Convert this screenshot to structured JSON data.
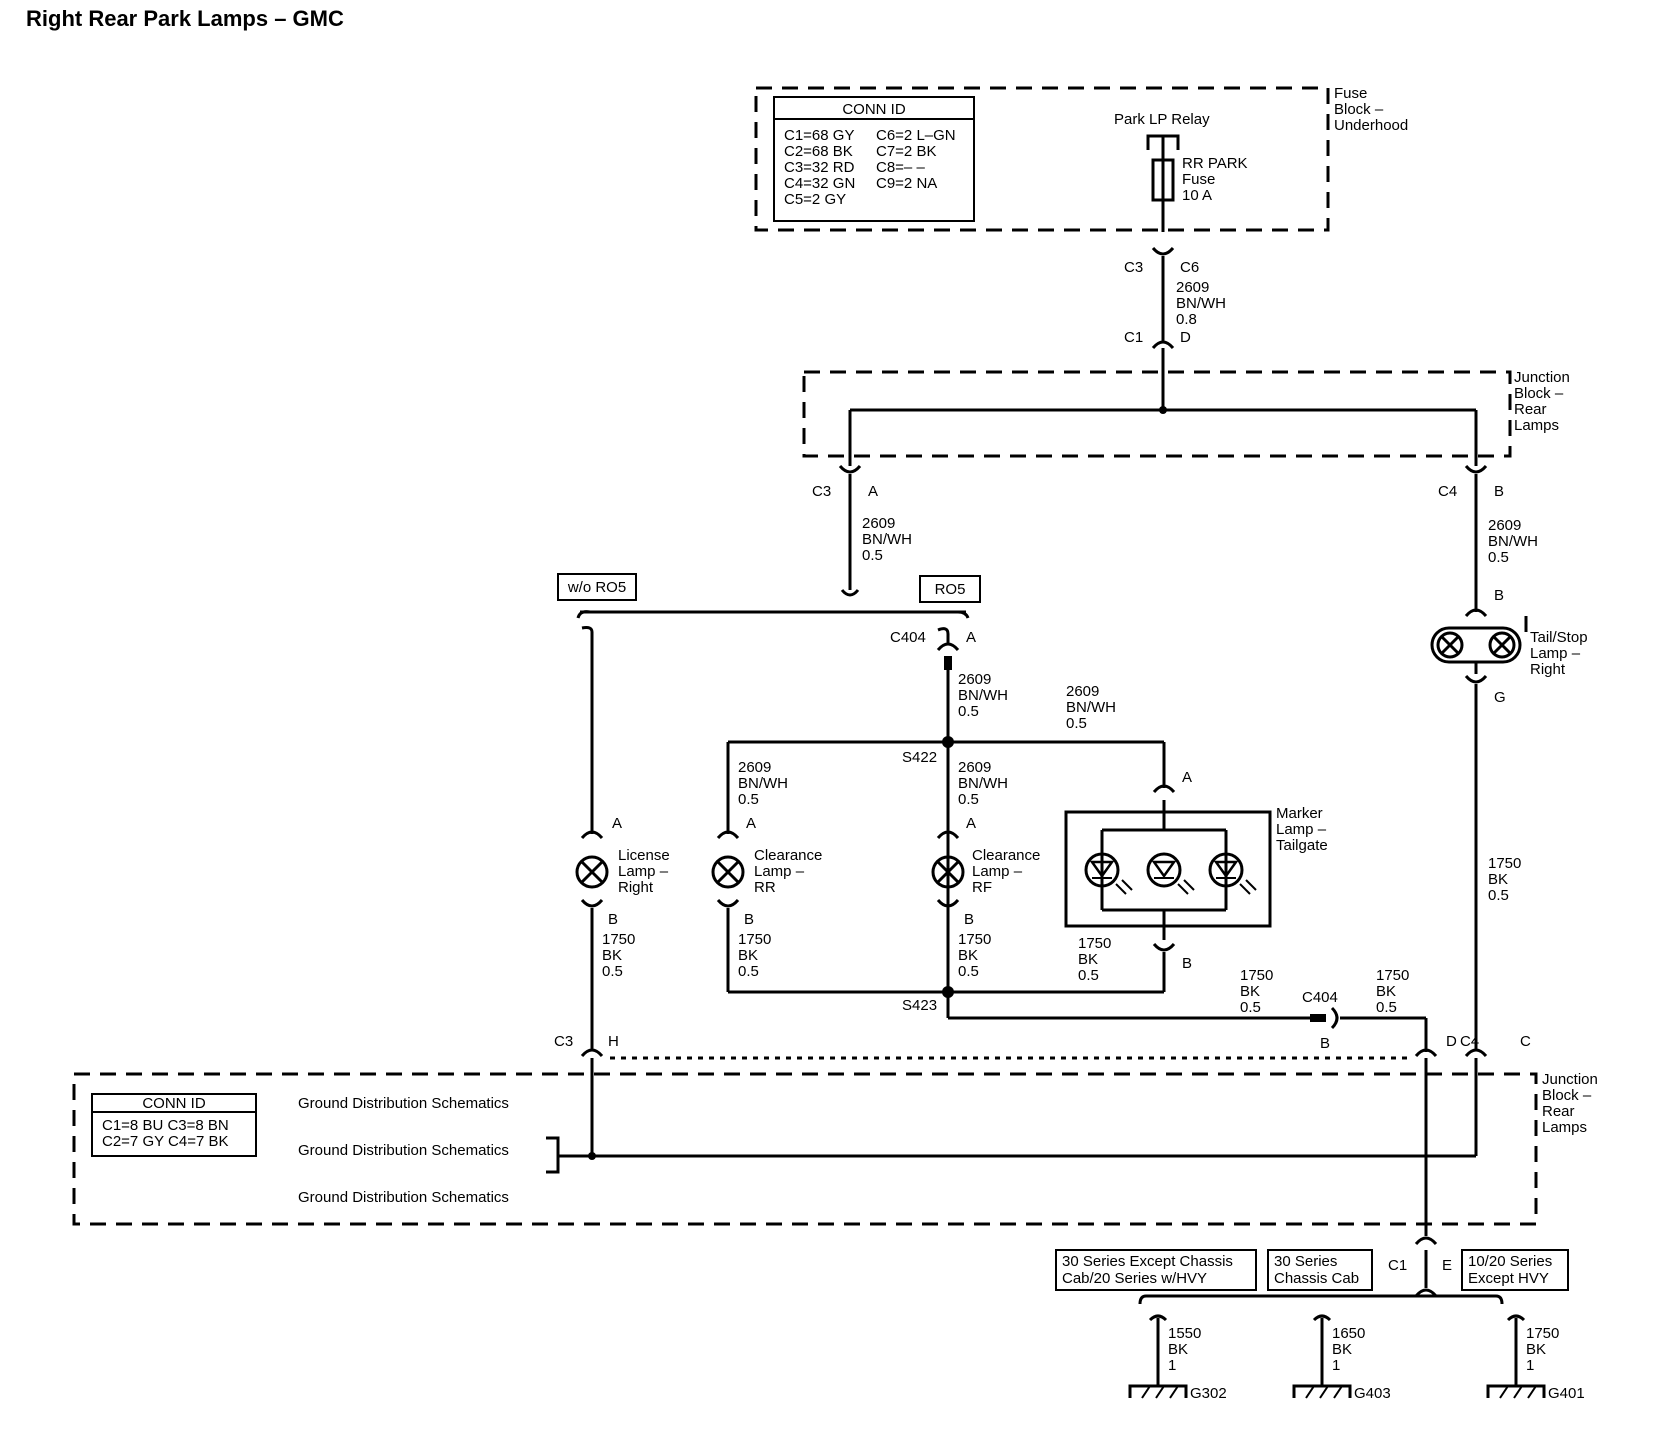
{
  "title": "Right Rear Park Lamps – GMC",
  "fuse_block": {
    "label": [
      "Fuse",
      "Block –",
      "Underhood"
    ],
    "conn_id_title": "CONN ID",
    "conn_id_col1": [
      "C1=68 GY",
      "C2=68 BK",
      "C3=32 RD",
      "C4=32 GN",
      "C5=2 GY"
    ],
    "conn_id_col2": [
      "C6=2 L–GN",
      "C7=2 BK",
      "C8=– –",
      "C9=2 NA"
    ],
    "relay": "Park LP Relay",
    "fuse": [
      "RR PARK",
      "Fuse",
      "10 A"
    ]
  },
  "wire_top": {
    "conn_top": [
      "C3",
      "C6"
    ],
    "wire": [
      "2609",
      "BN/WH",
      "0.8"
    ],
    "conn_bottom": [
      "C1",
      "D"
    ]
  },
  "junction_rear_top": {
    "label": [
      "Junction",
      "Block –",
      "Rear",
      "Lamps"
    ],
    "left_conn": [
      "C3",
      "A"
    ],
    "right_conn": [
      "C4",
      "B"
    ],
    "left_wire": [
      "2609",
      "BN/WH",
      "0.5"
    ],
    "right_wire": [
      "2609",
      "BN/WH",
      "0.5"
    ]
  },
  "options": {
    "without": "w/o RO5",
    "with": "RO5"
  },
  "c404_top": [
    "C404",
    "A"
  ],
  "s422": "S422",
  "s423": "S423",
  "wire_2609_center": [
    "2609",
    "BN/WH",
    "0.5"
  ],
  "wire_2609_marker": [
    "2609",
    "BN/WH",
    "0.5"
  ],
  "wire_2609_rr": [
    "2609",
    "BN/WH",
    "0.5"
  ],
  "wire_2609_rf": [
    "2609",
    "BN/WH",
    "0.5"
  ],
  "lamps": {
    "license": {
      "label": [
        "License",
        "Lamp –",
        "Right"
      ],
      "pin_top": "A",
      "pin_bottom": "B",
      "wire": [
        "1750",
        "BK",
        "0.5"
      ]
    },
    "clearance_rr": {
      "label": [
        "Clearance",
        "Lamp –",
        "RR"
      ],
      "pin_top": "A",
      "pin_bottom": "B",
      "wire": [
        "1750",
        "BK",
        "0.5"
      ]
    },
    "clearance_rf": {
      "label": [
        "Clearance",
        "Lamp –",
        "RF"
      ],
      "pin_top": "A",
      "pin_bottom": "B",
      "wire": [
        "1750",
        "BK",
        "0.5"
      ]
    },
    "marker": {
      "label": [
        "Marker",
        "Lamp –",
        "Tailgate"
      ],
      "pin_top": "A",
      "pin_bottom": "B",
      "wire": [
        "1750",
        "BK",
        "0.5"
      ]
    },
    "tail_stop": {
      "label": [
        "Tail/Stop",
        "Lamp –",
        "Right"
      ],
      "pin_top": "B",
      "pin_bottom": "G",
      "wire": [
        "1750",
        "BK",
        "0.5"
      ]
    }
  },
  "ground_run": {
    "wire_left": [
      "1750",
      "BK",
      "0.5"
    ],
    "c404": [
      "C404",
      "B"
    ],
    "wire_right": [
      "1750",
      "BK",
      "0.5"
    ]
  },
  "junction_rear_bottom": {
    "label": [
      "Junction",
      "Block –",
      "Rear",
      "Lamps"
    ],
    "conn_id_title": "CONN ID",
    "conn_id_rows": [
      "C1=8 BU  C3=8 BN",
      "C2=7 GY  C4=7 BK"
    ],
    "conn_c3h": [
      "C3",
      "H"
    ],
    "conn_d": "D",
    "conn_c4c": [
      "C4",
      "C"
    ],
    "gds": [
      "Ground Distribution Schematics",
      "Ground Distribution Schematics",
      "Ground Distribution Schematics"
    ],
    "conn_c1e": [
      "C1",
      "E"
    ]
  },
  "series": [
    "30 Series Except Chassis",
    "Cab/20 Series w/HVY",
    "30 Series",
    "Chassis Cab",
    "10/20 Series",
    "Except HVY"
  ],
  "grounds": [
    {
      "wire": [
        "1550",
        "BK",
        "1"
      ],
      "id": "G302"
    },
    {
      "wire": [
        "1650",
        "BK",
        "1"
      ],
      "id": "G403"
    },
    {
      "wire": [
        "1750",
        "BK",
        "1"
      ],
      "id": "G401"
    }
  ]
}
